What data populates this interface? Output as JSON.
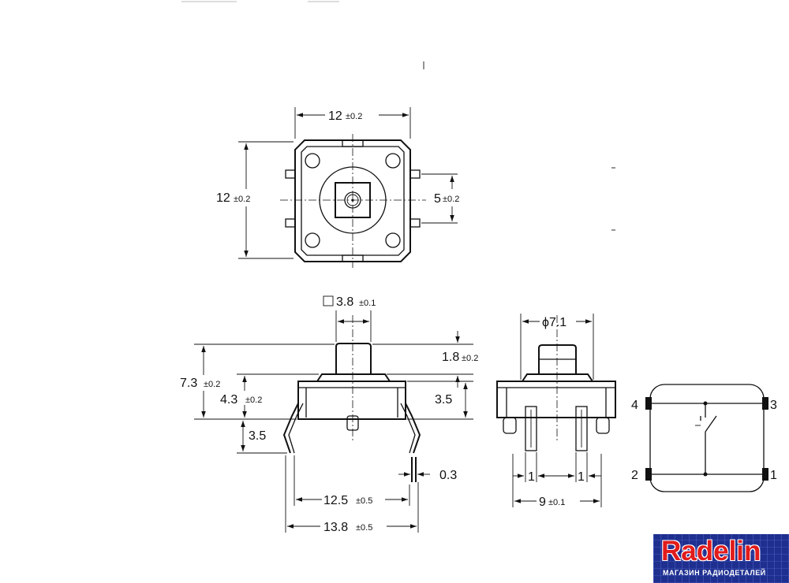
{
  "top_view": {
    "width_label": "12",
    "width_tol": "±0.2",
    "height_label": "12",
    "height_tol": "±0.2",
    "pitch_label": "5",
    "pitch_tol": "±0.2"
  },
  "side_view": {
    "cap_label": "3.8",
    "cap_tol": "±0.1",
    "cap_height_label": "1.8",
    "cap_height_tol": "±0.2",
    "total_height_label": "7.3",
    "total_height_tol": "±0.2",
    "body_height_label": "4.3",
    "body_height_tol": "±0.2",
    "body_right_label": "3.5",
    "lead_length_label": "3.5",
    "lead_thickness_label": "0.3",
    "lead_span_label": "12.5",
    "lead_span_tol": "±0.5",
    "overall_span_label": "13.8",
    "overall_span_tol": "±0.5"
  },
  "front_view": {
    "diameter_label": "ϕ7.1",
    "pin_gap_left": "1",
    "pin_gap_right": "1",
    "pin_pitch_label": "9",
    "pin_pitch_tol": "±0.1"
  },
  "schematic": {
    "pin_top_left": "4",
    "pin_top_right": "3",
    "pin_bottom_left": "2",
    "pin_bottom_right": "1"
  },
  "logo": {
    "brand": "Radelin",
    "tagline": "МАГАЗИН РАДИОДЕТАЛЕЙ"
  },
  "colors": {
    "logo_background": "#1f2f8f",
    "logo_brand": "#e21b1b"
  }
}
